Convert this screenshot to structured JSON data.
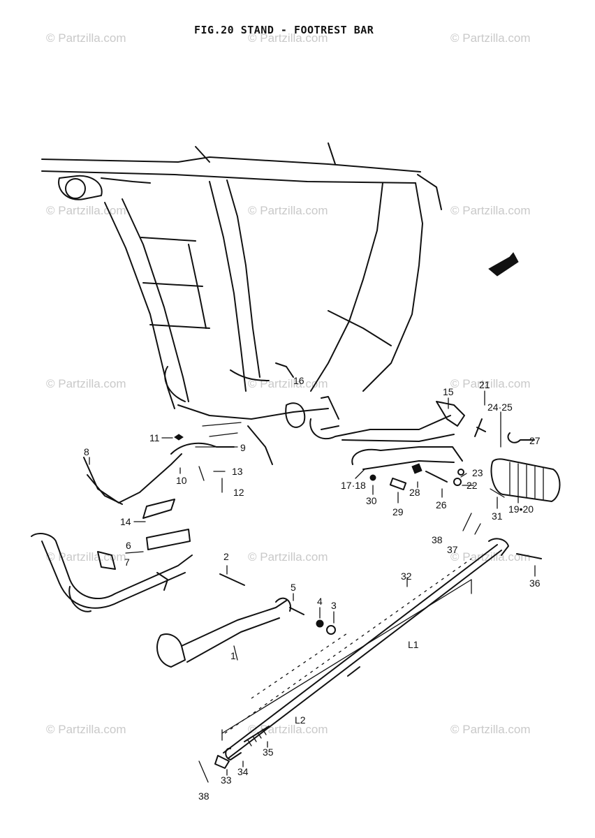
{
  "title": "FIG.20  STAND - FOOTREST BAR",
  "watermark": "© Partzilla.com",
  "callouts": {
    "c1": "1",
    "c2": "2",
    "c3": "3",
    "c4": "4",
    "c5": "5",
    "c6": "6",
    "c7": "7",
    "c8": "8",
    "c9": "9",
    "c10": "10",
    "c11": "11",
    "c12": "12",
    "c13": "13",
    "c14": "14",
    "c15": "15",
    "c16": "16",
    "c17_18": "17·18",
    "c19_20": "19•20",
    "c21": "21",
    "c22": "22",
    "c23": "23",
    "c24_25": "24·25",
    "c26": "26",
    "c27": "27",
    "c28": "28",
    "c29": "29",
    "c30": "30",
    "c31": "31",
    "c32": "32",
    "c33": "33",
    "c34": "34",
    "c35": "35",
    "c36": "36",
    "c37": "37",
    "c38a": "38",
    "c38b": "38",
    "l1": "L1",
    "l2": "L2"
  }
}
